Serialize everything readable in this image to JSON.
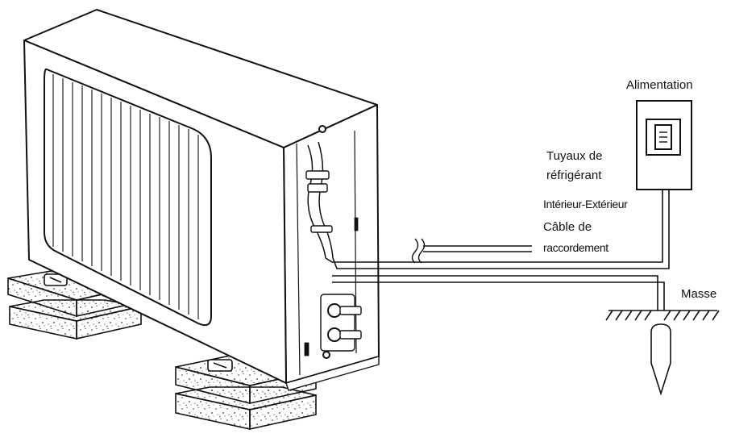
{
  "labels": {
    "alimentation": "Alimentation",
    "tuyaux_line1": "Tuyaux de",
    "tuyaux_line2": "réfrigérant",
    "cable_line1": "Intérieur-Extérieur",
    "cable_line2": "Câble de",
    "cable_line3": "raccordement",
    "masse": "Masse"
  },
  "icons": [
    "outdoor-unit-icon",
    "mounting-block-icon",
    "power-switch-icon",
    "ground-rod-icon"
  ],
  "colors": {
    "line": "#111111",
    "background": "#ffffff"
  }
}
